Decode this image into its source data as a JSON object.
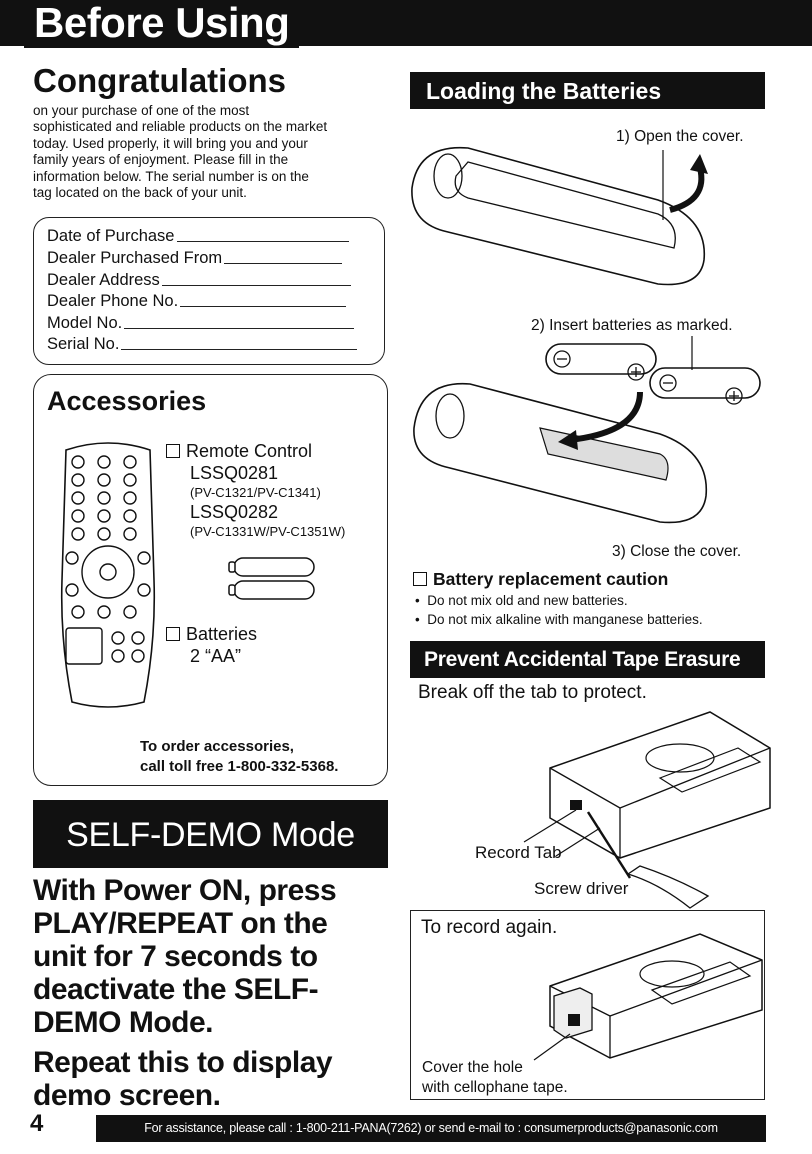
{
  "header": {
    "title": "Before Using"
  },
  "congrats": {
    "title": "Congratulations",
    "lines": [
      "on your purchase of one of the most",
      "sophisticated and reliable products on the market",
      "today. Used properly, it will bring you and your",
      "family years of enjoyment. Please fill in the",
      "information below. The serial number is on the",
      "tag located on the back of your unit."
    ]
  },
  "form": {
    "fields": [
      "Date of Purchase",
      "Dealer Purchased From",
      "Dealer Address",
      "Dealer Phone No.",
      "Model No.",
      "Serial No."
    ]
  },
  "accessories": {
    "title": "Accessories",
    "remote_label": "Remote Control",
    "remote_part_1": "LSSQ0281",
    "remote_models_1": "(PV-C1321/PV-C1341)",
    "remote_part_2": "LSSQ0282",
    "remote_models_2": "(PV-C1331W/PV-C1351W)",
    "batteries_label": "Batteries",
    "batteries_type": "2 “AA”",
    "order_line_1": "To order accessories,",
    "order_line_2": "call toll free 1-800-332-5368."
  },
  "self_demo": {
    "title": "SELF-DEMO Mode",
    "instruction_lines": [
      "With Power ON, press",
      "PLAY/REPEAT on the",
      "unit for 7 seconds to",
      "deactivate the SELF-",
      "DEMO Mode."
    ],
    "repeat_lines": [
      "Repeat this to display",
      "demo screen."
    ]
  },
  "batteries": {
    "title": "Loading the Batteries",
    "step1": "1) Open the cover.",
    "step2": "2) Insert batteries as marked.",
    "step3": "3) Close the cover.",
    "caution_title": "Battery replacement caution",
    "caution_items": [
      "Do not mix old and new batteries.",
      "Do not mix alkaline with manganese batteries."
    ]
  },
  "erasure": {
    "title": "Prevent Accidental Tape Erasure",
    "subtitle": "Break off the tab to protect.",
    "record_tab_label": "Record Tab",
    "screwdriver_label": "Screw driver",
    "record_again_title": "To record again.",
    "cover_line_1": "Cover the hole",
    "cover_line_2": "with cellophane tape."
  },
  "footer": {
    "page_number": "4",
    "assistance": "For assistance, please call : 1-800-211-PANA(7262) or send e-mail to : consumerproducts@panasonic.com"
  }
}
